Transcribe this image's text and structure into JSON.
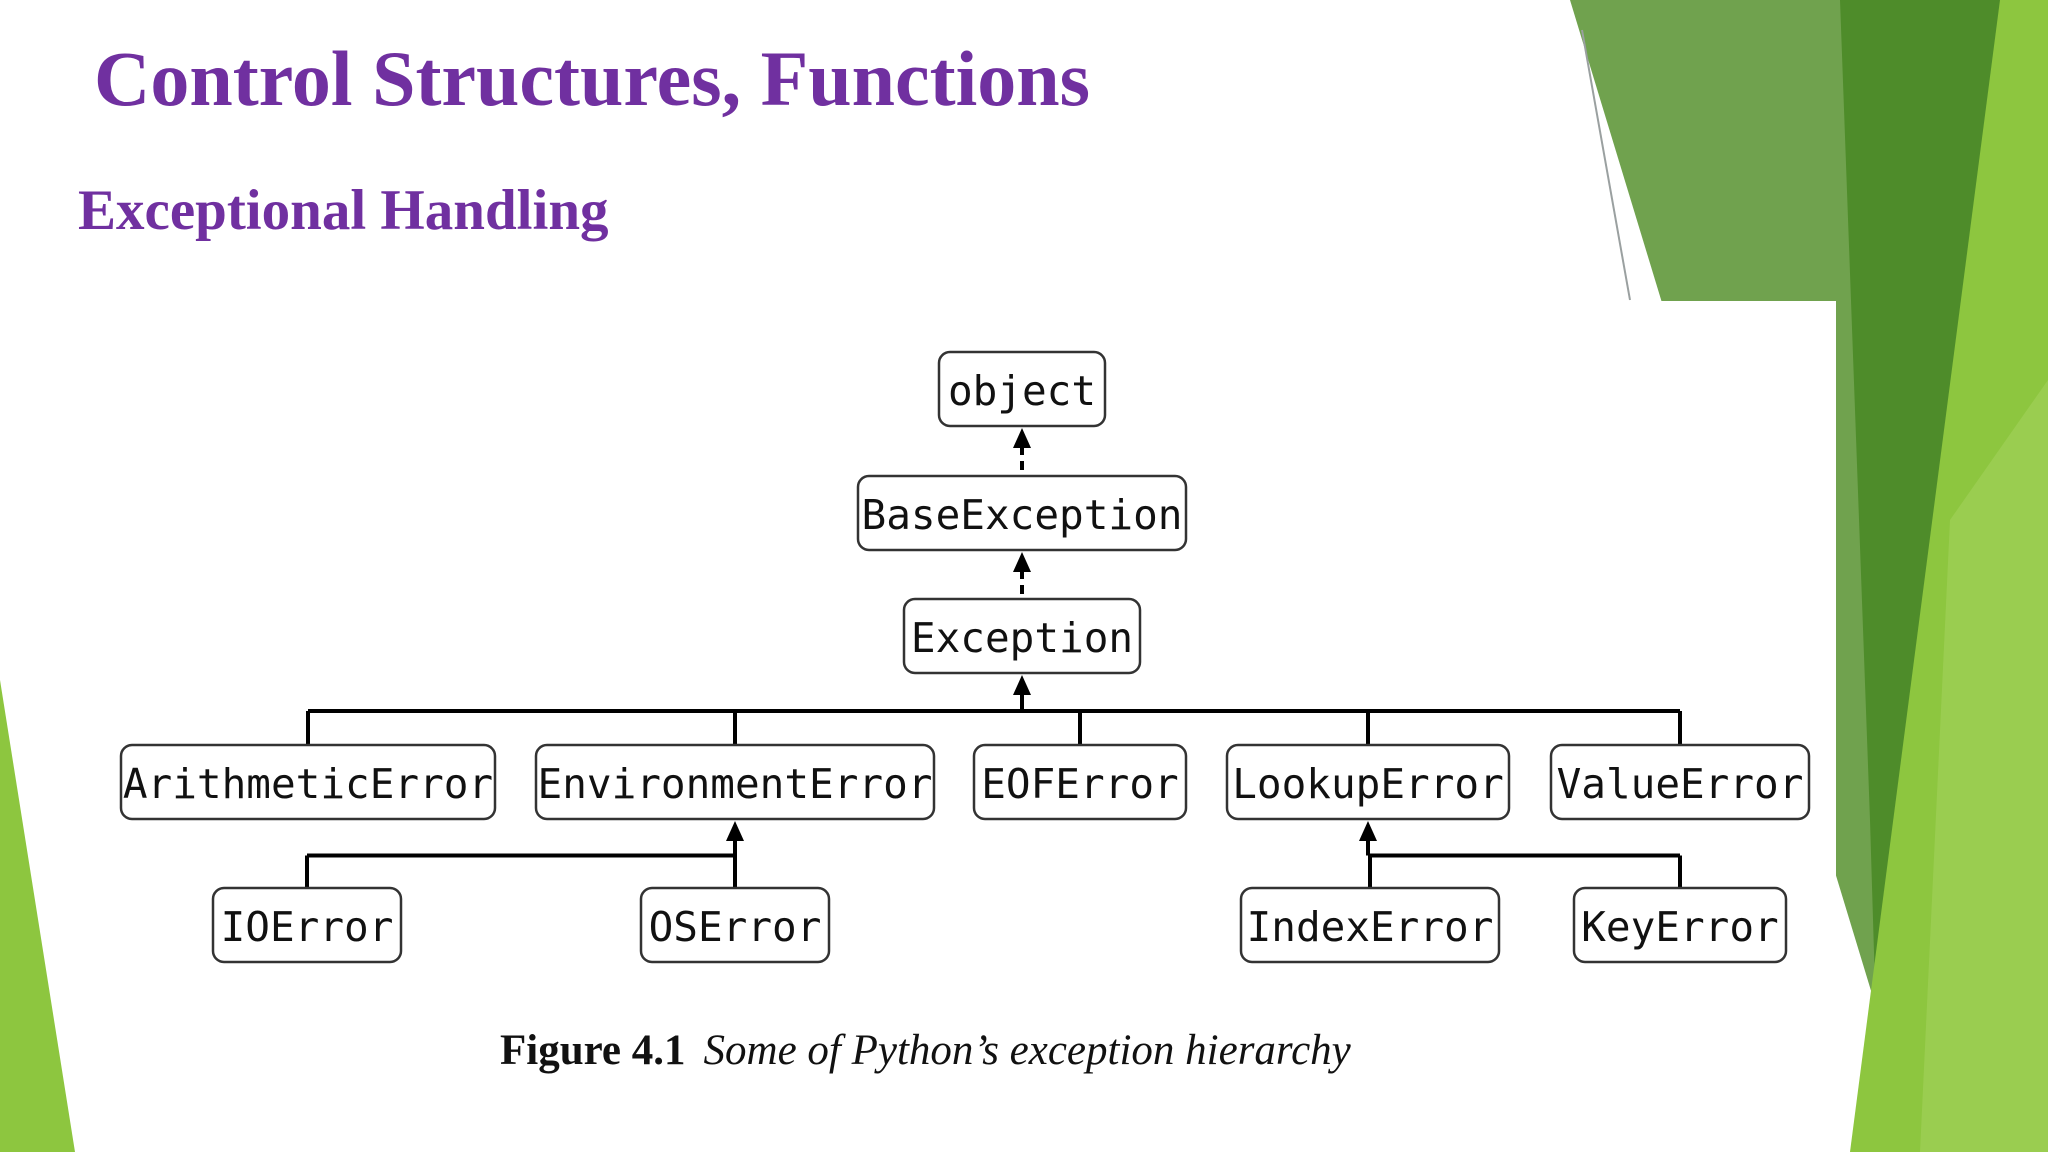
{
  "slide": {
    "title": "Control Structures, Functions",
    "subtitle": "Exceptional Handling"
  },
  "colors": {
    "heading": "#7030a0",
    "green_dark": "#4e8c2a",
    "green_mid": "#70a24e",
    "green_light": "#8dc63f"
  },
  "diagram": {
    "nodes": {
      "object": "object",
      "base_exception": "BaseException",
      "exception": "Exception",
      "arithmetic_error": "ArithmeticError",
      "environment_error": "EnvironmentError",
      "eof_error": "EOFError",
      "lookup_error": "LookupError",
      "value_error": "ValueError",
      "io_error": "IOError",
      "os_error": "OSError",
      "index_error": "IndexError",
      "key_error": "KeyError"
    },
    "edges": [
      {
        "child": "base_exception",
        "parent": "object",
        "style": "dashed"
      },
      {
        "child": "exception",
        "parent": "base_exception",
        "style": "dashed"
      },
      {
        "child": "arithmetic_error",
        "parent": "exception",
        "style": "solid"
      },
      {
        "child": "environment_error",
        "parent": "exception",
        "style": "solid"
      },
      {
        "child": "eof_error",
        "parent": "exception",
        "style": "solid"
      },
      {
        "child": "lookup_error",
        "parent": "exception",
        "style": "solid"
      },
      {
        "child": "value_error",
        "parent": "exception",
        "style": "solid"
      },
      {
        "child": "io_error",
        "parent": "environment_error",
        "style": "solid"
      },
      {
        "child": "os_error",
        "parent": "environment_error",
        "style": "solid"
      },
      {
        "child": "index_error",
        "parent": "lookup_error",
        "style": "solid"
      },
      {
        "child": "key_error",
        "parent": "lookup_error",
        "style": "solid"
      }
    ],
    "caption_label": "Figure 4.1",
    "caption_text": "Some of Python’s exception hierarchy"
  }
}
